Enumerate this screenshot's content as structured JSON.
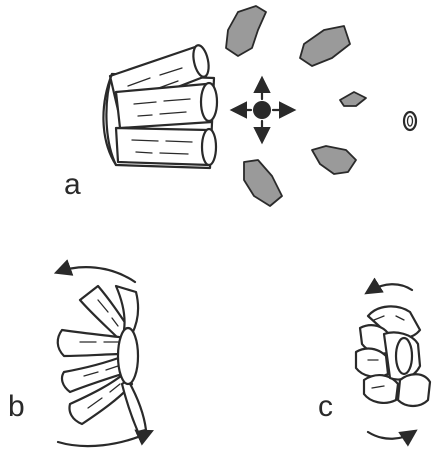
{
  "panels": {
    "a": {
      "label": "a"
    },
    "b": {
      "label": "b"
    },
    "c": {
      "label": "c"
    }
  },
  "colors": {
    "ink": "#2a2a2a",
    "paper": "#ffffff",
    "stipple": "#9a9a9a"
  }
}
